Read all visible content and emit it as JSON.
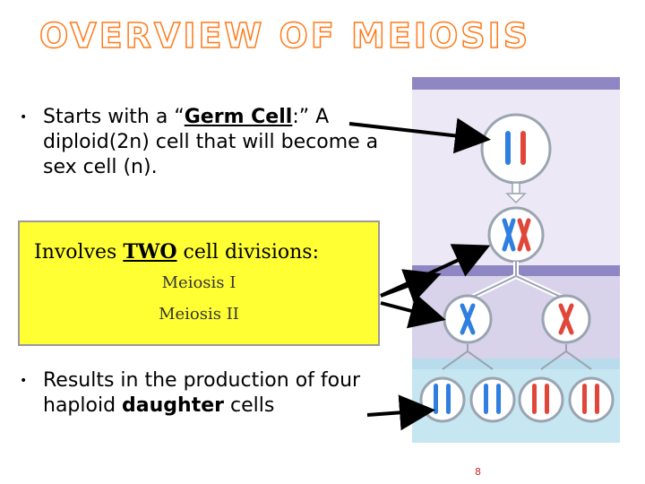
{
  "slide": {
    "title": "OVERVIEW OF MEIOSIS",
    "bullet1": {
      "prefix": "Starts with a “",
      "term": "Germ Cell",
      "suffix": ":” A diploid(2n) cell that will become a sex cell (n)."
    },
    "box": {
      "prefix": "Involves ",
      "emphasis": "TWO",
      "suffix": " cell divisions:",
      "line1": "Meiosis I",
      "line2": "Meiosis II"
    },
    "bullet3": {
      "prefix": "Results in the production of four haploid ",
      "term": "daughter",
      "suffix": " cells"
    },
    "page_number": "8"
  },
  "colors": {
    "title_outline": "#ff7a1a",
    "box_fill": "#ffff33",
    "chromosome_blue": "#2f7fe0",
    "chromosome_red": "#e0473a",
    "band_purple": "#8f87c4",
    "band_blue": "#c6e6f2"
  }
}
